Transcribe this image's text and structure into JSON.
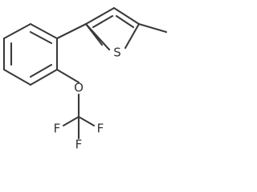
{
  "molecule": {
    "atoms": {
      "sulfur": "S",
      "oxygen": "O",
      "fluorine_left": "F",
      "fluorine_right": "F",
      "fluorine_bottom": "F"
    },
    "colors": {
      "bond": "#3a3a3a",
      "label": "#333333",
      "background": "#ffffff"
    }
  }
}
